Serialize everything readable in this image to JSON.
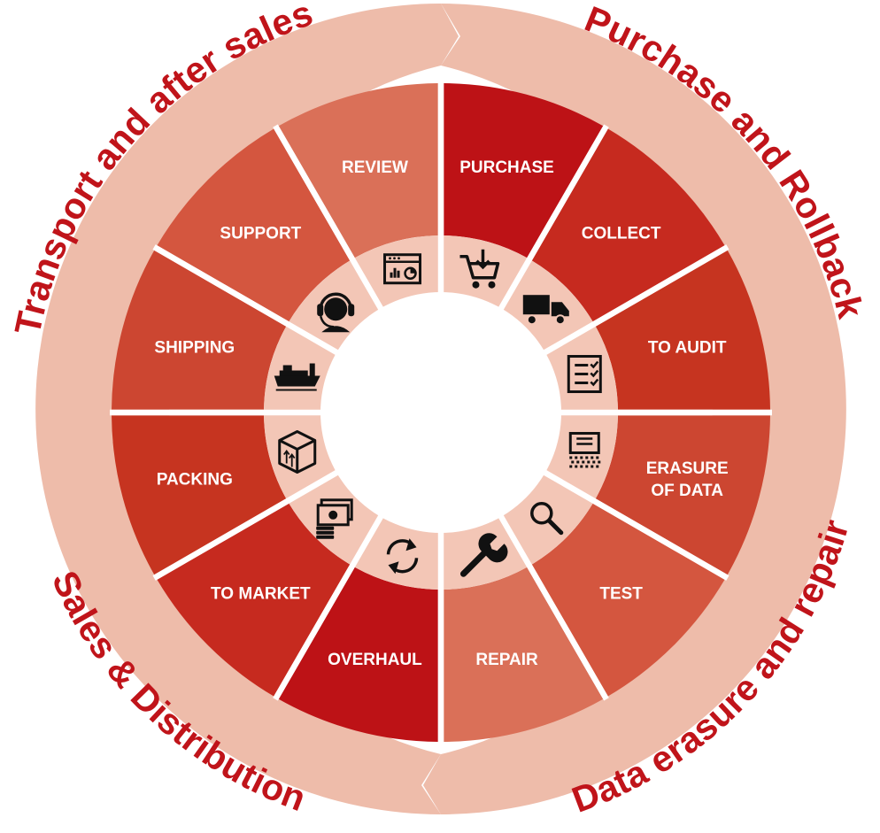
{
  "phases": [
    {
      "key": "purchase_rollback",
      "text": "Purchase and Rollback"
    },
    {
      "key": "data_erasure_repair",
      "text": "Data erasure and repair"
    },
    {
      "key": "sales_distribution",
      "text": "Sales & Distribution"
    },
    {
      "key": "transport_after_sales",
      "text": "Transport and after sales"
    }
  ],
  "segments": [
    {
      "lines": [
        "PURCHASE"
      ],
      "color": "#bd1216",
      "icon": "cart-icon"
    },
    {
      "lines": [
        "COLLECT"
      ],
      "color": "#c62a1f",
      "icon": "truck-icon"
    },
    {
      "lines": [
        "TO AUDIT"
      ],
      "color": "#c63420",
      "icon": "checklist-icon"
    },
    {
      "lines": [
        "ERASURE",
        "OF DATA"
      ],
      "color": "#cc4631",
      "icon": "shredder-icon"
    },
    {
      "lines": [
        "TEST"
      ],
      "color": "#d4563f",
      "icon": "magnifier-icon"
    },
    {
      "lines": [
        "REPAIR"
      ],
      "color": "#da7058",
      "icon": "wrench-icon"
    },
    {
      "lines": [
        "OVERHAUL"
      ],
      "color": "#bd1216",
      "icon": "refresh-icon"
    },
    {
      "lines": [
        "TO MARKET"
      ],
      "color": "#c62a1f",
      "icon": "money-icon"
    },
    {
      "lines": [
        "PACKING"
      ],
      "color": "#c63420",
      "icon": "box-icon"
    },
    {
      "lines": [
        "SHIPPING"
      ],
      "color": "#cc4631",
      "icon": "ship-icon"
    },
    {
      "lines": [
        "SUPPORT"
      ],
      "color": "#d4563f",
      "icon": "headset-icon"
    },
    {
      "lines": [
        "REVIEW"
      ],
      "color": "#da7058",
      "icon": "browser-chart-icon"
    }
  ],
  "colors": {
    "ring": "#eebcaa",
    "inner_ring": "#f3c6b6",
    "phase_text": "#c0141a",
    "icon": "#111111"
  }
}
